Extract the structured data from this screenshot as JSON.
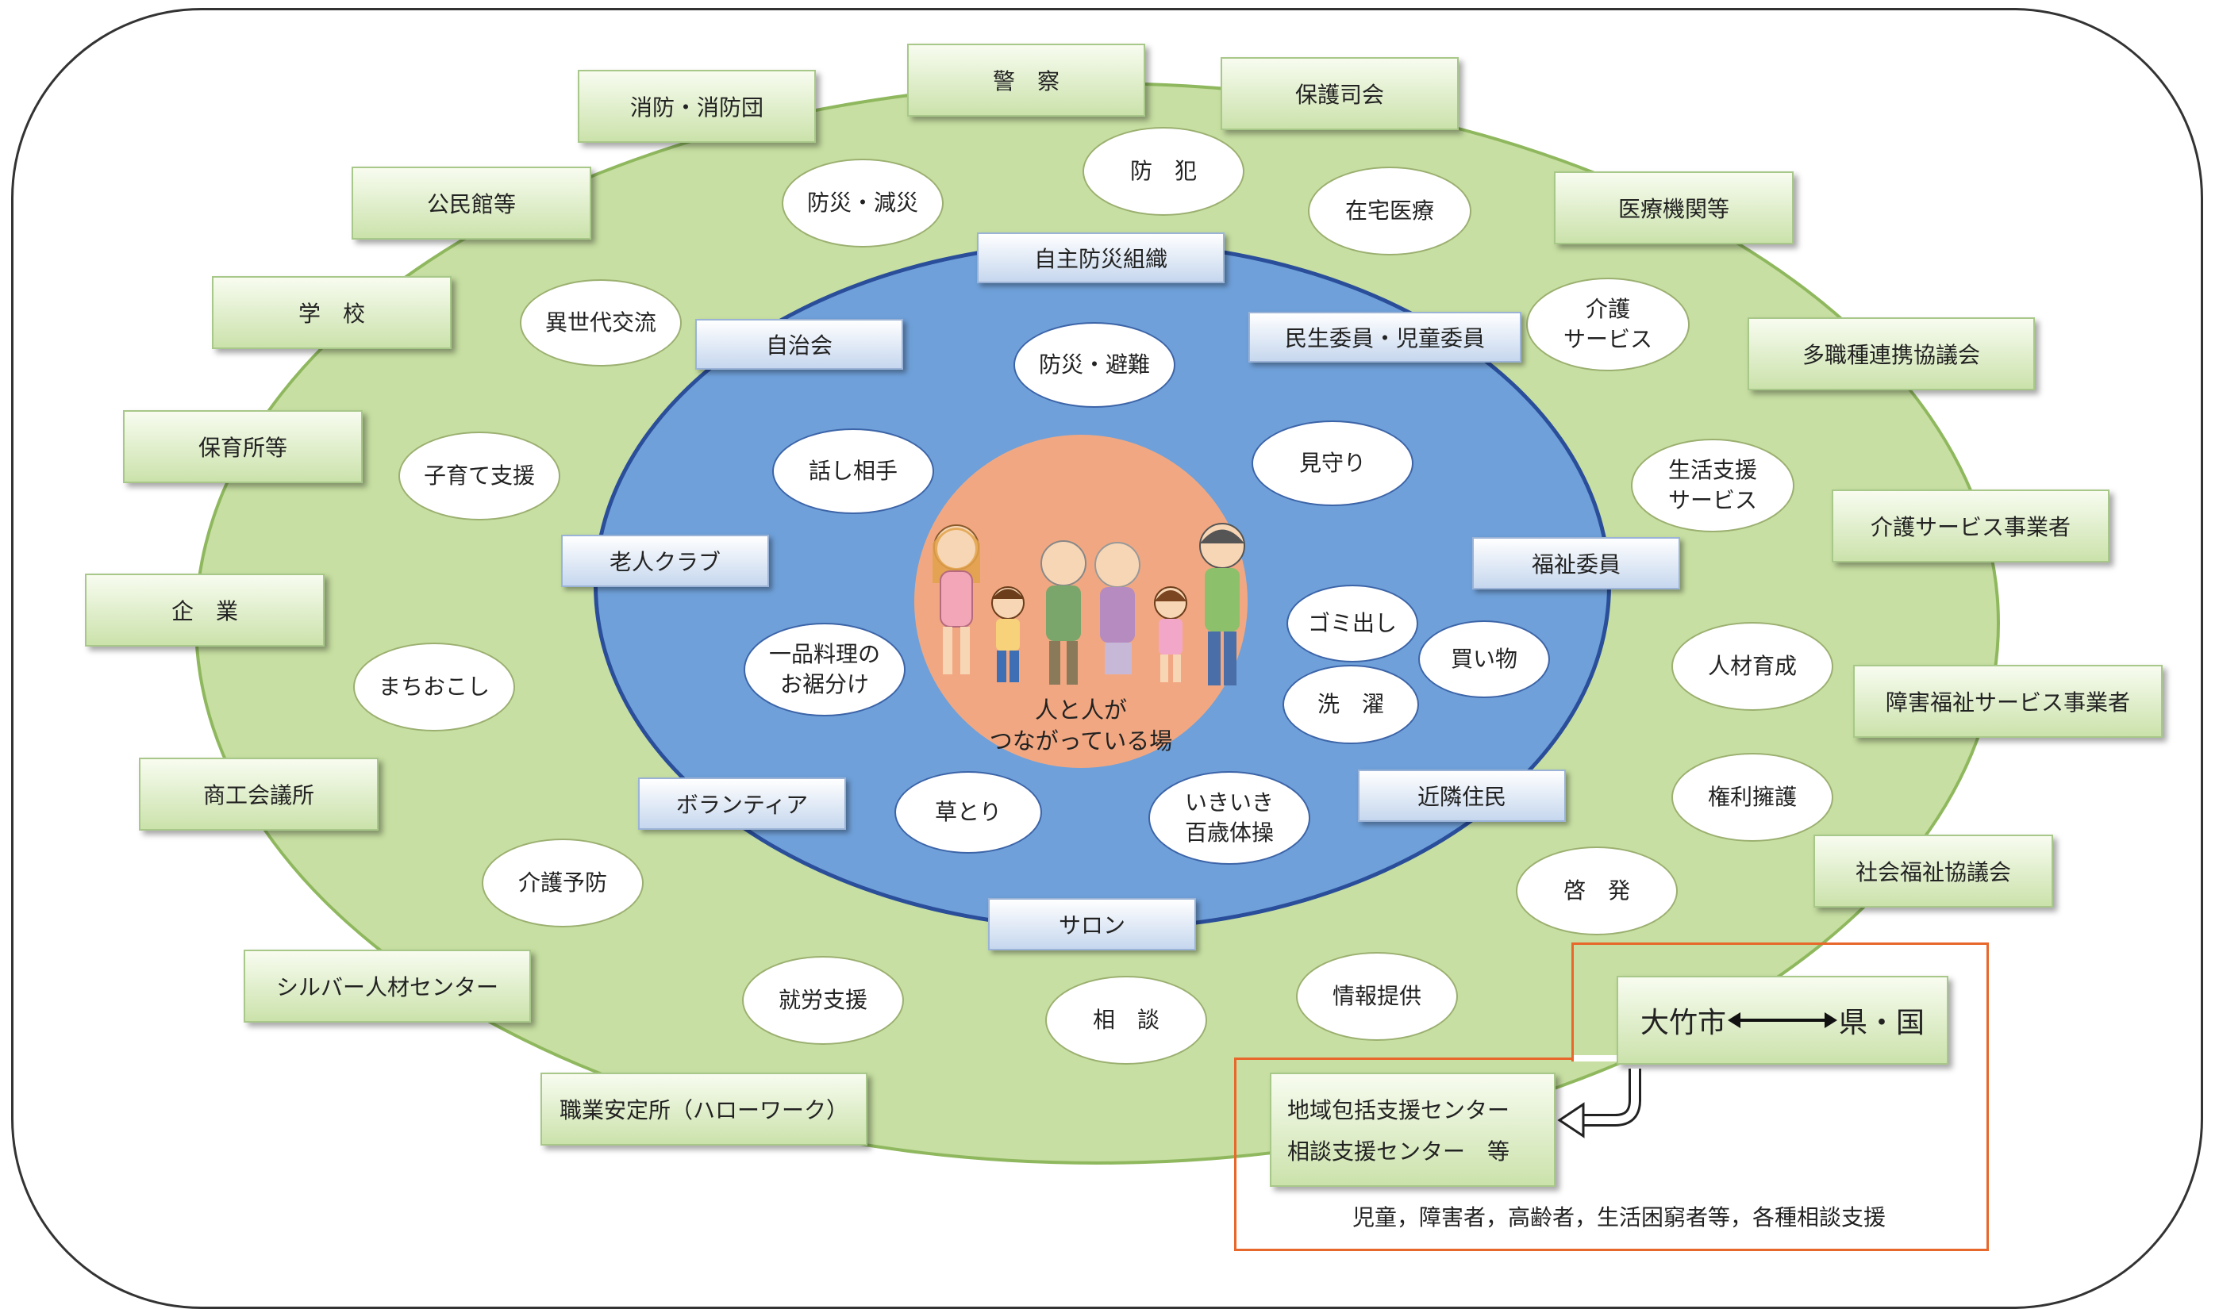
{
  "center_text": [
    "人と人が",
    "つながっている場"
  ],
  "outer_ring_labels": {
    "keisatsu": "警　察",
    "shobo": "消防・消防団",
    "hogoshikai": "保護司会",
    "kominkan": "公民館等",
    "iryokikan": "医療機関等",
    "gakko": "学　校",
    "tashokushu": "多職種連携協議会",
    "hoikusho": "保育所等",
    "kaigo_jigyosha": "介護サービス事業者",
    "kigyo": "企　業",
    "shogai_jigyosha": "障害福祉サービス事業者",
    "shokokai": "商工会議所",
    "shakyo": "社会福祉協議会",
    "silver": "シルバー人材センター",
    "shokugyo": "職業安定所（ハローワーク）"
  },
  "outer_ring_activities": {
    "bohan": "防　犯",
    "bosai_gensai": "防災・減災",
    "zaitaku": "在宅医療",
    "isedai": "異世代交流",
    "kaigo_service": [
      "介護",
      "サービス"
    ],
    "kosodate": "子育て支援",
    "seikatsu_shien": [
      "生活支援",
      "サービス"
    ],
    "jinzai": "人材育成",
    "machiokoshi": "まちおこし",
    "kenri": "権利擁護",
    "kaigo_yobo": "介護予防",
    "keihatsu": "啓　発",
    "shuro": "就労支援",
    "soudan": "相　談",
    "joho": "情報提供"
  },
  "inner_ring_labels": {
    "jishu_bosai": "自主防災組織",
    "jichikai": "自治会",
    "minsei": "民生委員・児童委員",
    "rojin_club": "老人クラブ",
    "fukushi_iin": "福祉委員",
    "volunteer": "ボランティア",
    "kinrin": "近隣住民",
    "salon": "サロン"
  },
  "inner_ring_activities": {
    "bosai_hinan": "防災・避難",
    "hanashiaite": "話し相手",
    "mimamori": "見守り",
    "gomidashi": "ゴミ出し",
    "kaimono": "買い物",
    "sentaku": "洗　濯",
    "ippin": [
      "一品料理の",
      "お裾分け"
    ],
    "kusatori": "草とり",
    "ikiiki": [
      "いきいき",
      "百歳体操"
    ]
  },
  "bottom_right": {
    "city": "大竹市",
    "pref_country": "県・国",
    "hub_lines": [
      "地域包括支援センター",
      "相談支援センター　等"
    ],
    "footnote": "児童，障害者，高齢者，生活困窮者等，各種相談支援"
  },
  "colors": {
    "outer_ring": "#c7dfa2",
    "inner_ring": "#6fa0d9",
    "center": "#f1a882",
    "highlight_border": "#e8672a"
  }
}
